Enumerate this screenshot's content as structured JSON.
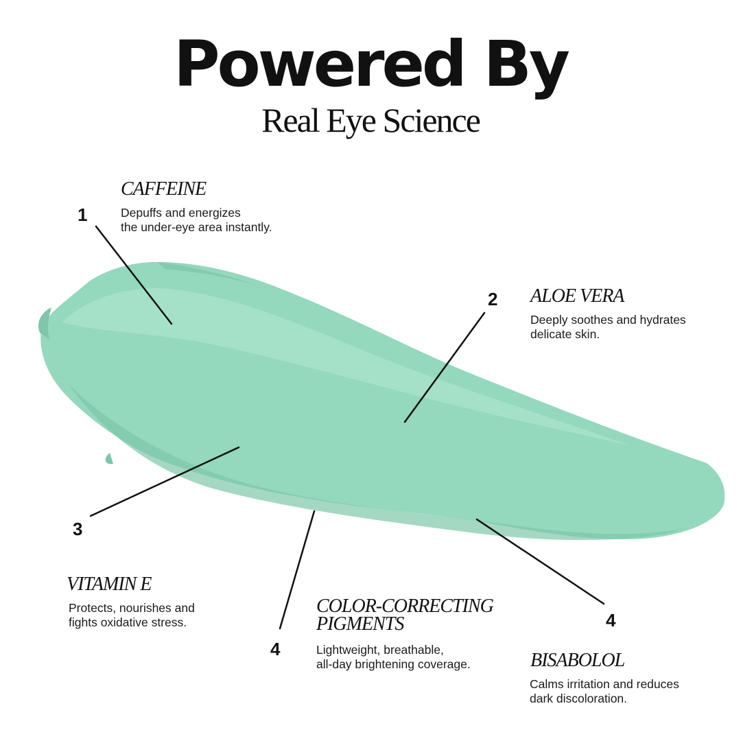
{
  "header": {
    "title": "Powered By",
    "subtitle": "Real Eye Science"
  },
  "colors": {
    "swatch_main": "#94d8bd",
    "swatch_light": "#a9e3cb",
    "swatch_shadow": "#7ec7aa",
    "text": "#111111",
    "background": "#ffffff"
  },
  "ingredients": [
    {
      "number": "1",
      "name": "CAFFEINE",
      "description": "Depuffs and energizes\nthe under-eye area instantly."
    },
    {
      "number": "2",
      "name": "ALOE VERA",
      "description": "Deeply soothes and hydrates\ndelicate skin."
    },
    {
      "number": "3",
      "name": "VITAMIN E",
      "description": "Protects, nourishes and\nfights oxidative stress."
    },
    {
      "number": "4",
      "name": "COLOR-CORRECTING\nPIGMENTS",
      "description": "Lightweight, breathable,\nall-day brightening coverage."
    },
    {
      "number": "4",
      "name": "BISABOLOL",
      "description": "Calms irritation and reduces\ndark discoloration."
    }
  ]
}
